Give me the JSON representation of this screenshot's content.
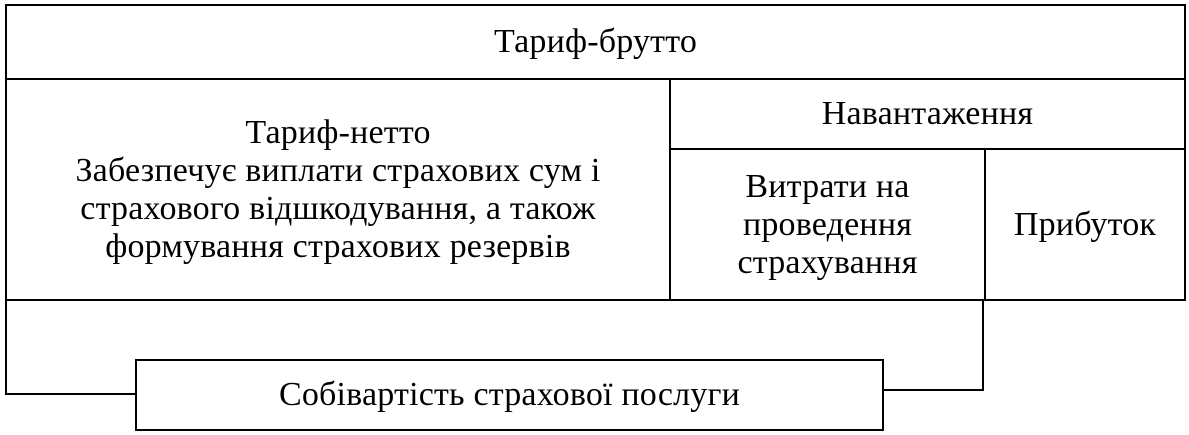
{
  "diagram": {
    "tariff_gross": "Тариф-брутто",
    "tariff_net": {
      "title": "Тариф-нетто",
      "lines": [
        "Забезпечує виплати страхових сум і",
        "страхового відшкодування, а також",
        "формування страхових резервів"
      ]
    },
    "loading": "Навантаження",
    "expenses": {
      "lines": [
        "Витрати на",
        "проведення",
        "страхування"
      ]
    },
    "profit": "Прибуток",
    "cost": "Собівартість страхової послуги"
  }
}
